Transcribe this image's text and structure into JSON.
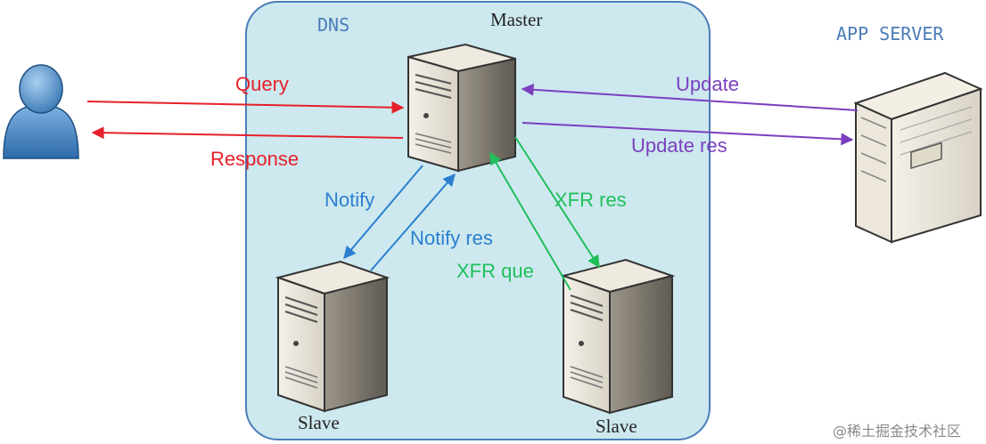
{
  "diagram": {
    "dns_label": "DNS",
    "master_label": "Master",
    "app_server_label": "APP SERVER",
    "slave_left_label": "Slave",
    "slave_right_label": "Slave",
    "arrows": {
      "query": "Query",
      "response": "Response",
      "update": "Update",
      "update_res": "Update res",
      "notify": "Notify",
      "notify_res": "Notify res",
      "xfr_res": "XFR res",
      "xfr_que": "XFR que"
    },
    "watermark": "@稀土掘金技术社区"
  },
  "colors": {
    "dns_box_fill": "#cde9ef",
    "dns_box_stroke": "#4a7db8",
    "title_blue": "#4a7db8",
    "red": "#e5202a",
    "purple": "#7b3fbf",
    "blue": "#2b7fcf",
    "green": "#1fbf5a"
  }
}
